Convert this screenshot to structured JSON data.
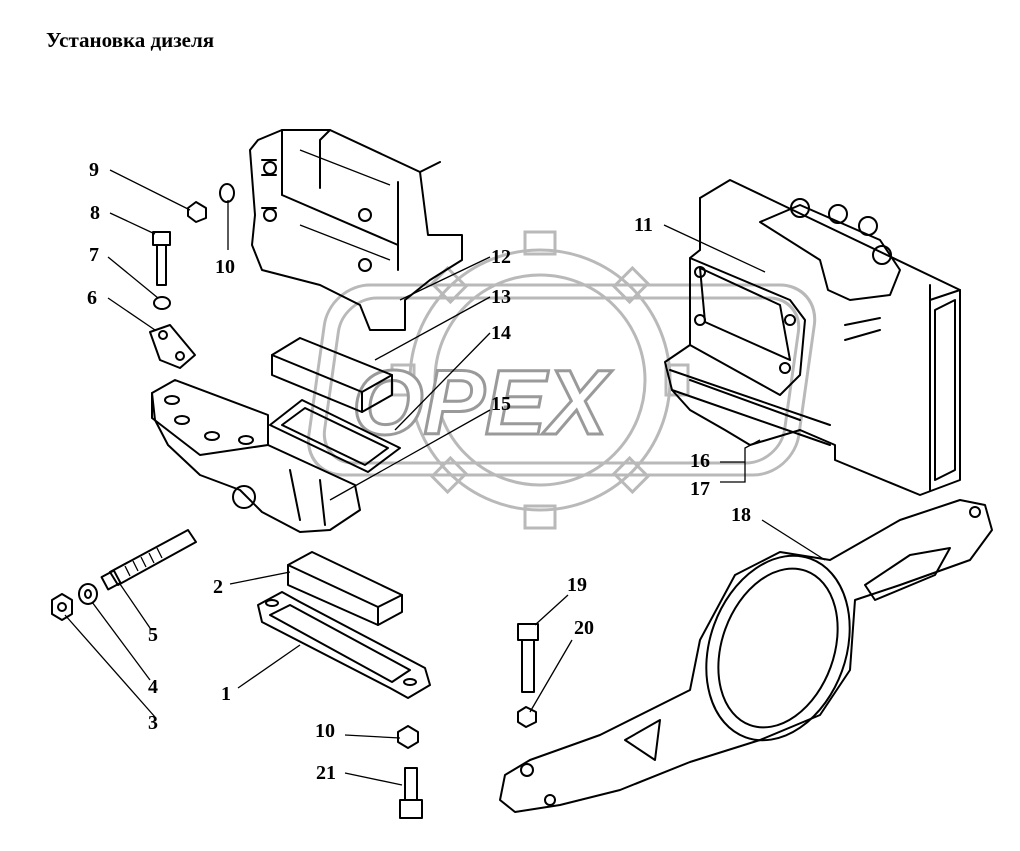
{
  "title": "Установка дизеля",
  "watermark": "OPEX",
  "callouts": {
    "c1": "1",
    "c2": "2",
    "c3": "3",
    "c4": "4",
    "c5": "5",
    "c6": "6",
    "c7": "7",
    "c8": "8",
    "c9": "9",
    "c10a": "10",
    "c10b": "10",
    "c11": "11",
    "c12": "12",
    "c13": "13",
    "c14": "14",
    "c15": "15",
    "c16": "16",
    "c17": "17",
    "c18": "18",
    "c19": "19",
    "c20": "20",
    "c21": "21"
  }
}
